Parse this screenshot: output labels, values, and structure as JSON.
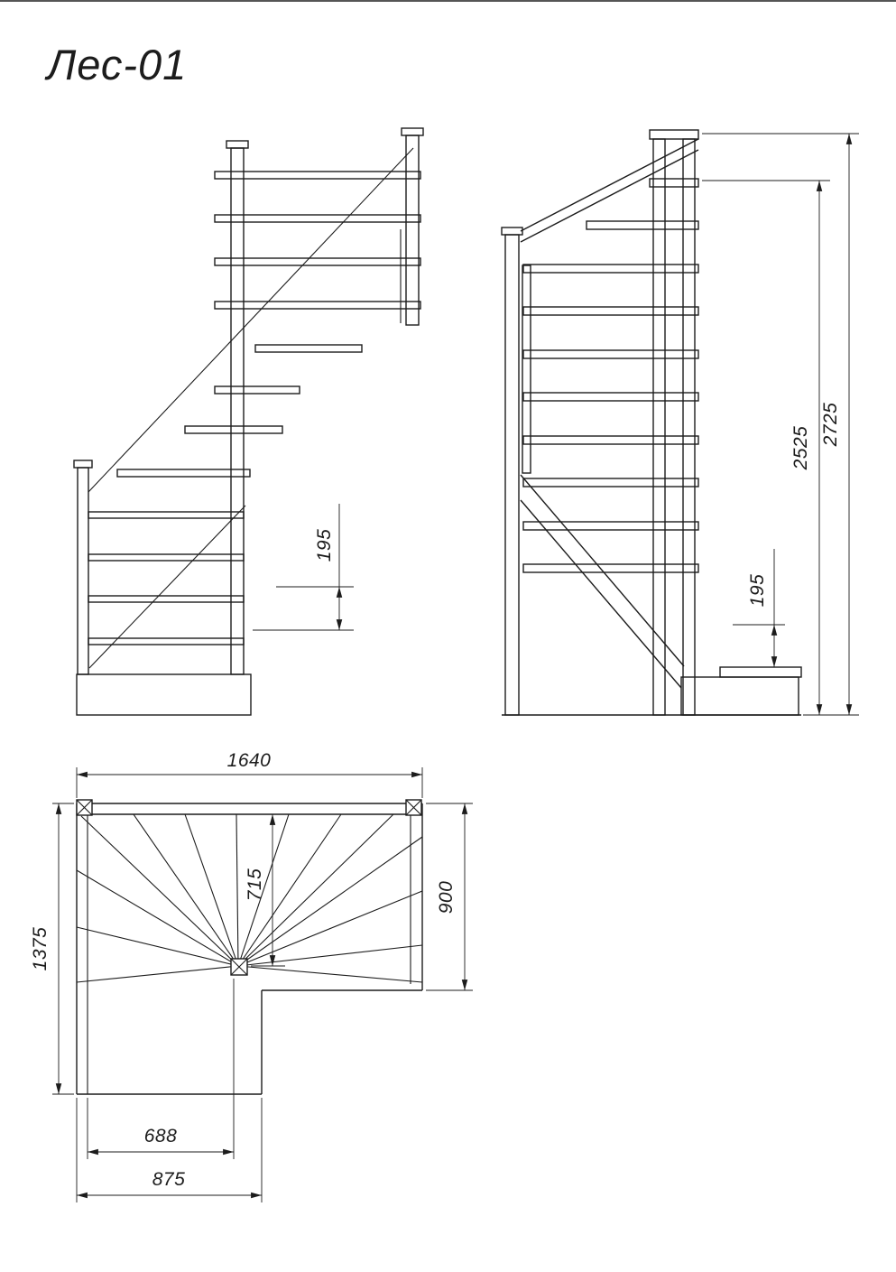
{
  "drawing": {
    "title": "Лес-01",
    "type": "staircase-technical-drawing",
    "ink_color": "#1c1c1c",
    "paper_color": "#ffffff"
  },
  "dimensions": {
    "front_riser": "195",
    "side_riser": "195",
    "side_height_to_top_tread": "2525",
    "side_height_total": "2725",
    "plan_width_total": "1640",
    "plan_depth_right": "900",
    "plan_depth_left": "1375",
    "plan_winder_depth": "715",
    "plan_step_width_inner": "688",
    "plan_step_width_outer": "875"
  }
}
